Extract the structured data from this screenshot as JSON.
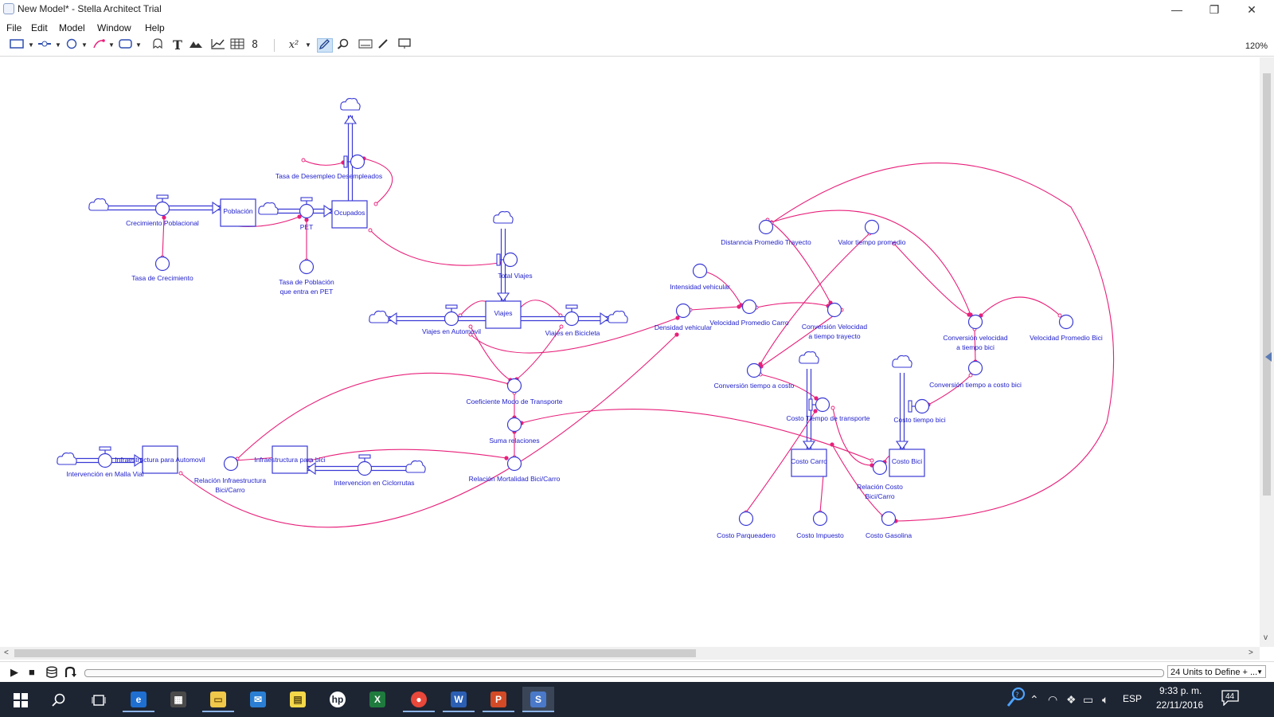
{
  "window": {
    "title": "New Model* - Stella Architect Trial",
    "zoom": "120%"
  },
  "menu": [
    "File",
    "Edit",
    "Model",
    "Window",
    "Help"
  ],
  "toolbar": {
    "tools": [
      "stock-tool",
      "flow-tool",
      "converter-tool",
      "connector-tool",
      "module-tool",
      "ghost-tool",
      "text-tool",
      "image-tool",
      "graph-tool",
      "table-tool",
      "numeric-display-tool",
      "equation-tool",
      "edit-mode-tool",
      "zoom-tool",
      "panel-tool",
      "brush-tool",
      "presentation-tool"
    ],
    "text_tool": "T",
    "equation_tool": "x²"
  },
  "colors": {
    "stock": "#3a3ad6",
    "label": "#2222cc",
    "connector": "#e8207a",
    "flow": "#3a3ad6"
  },
  "diagram": {
    "stocks": [
      {
        "id": "poblacion",
        "label": "Población"
      },
      {
        "id": "ocupados",
        "label": "Ocupados"
      },
      {
        "id": "viajes",
        "label": "Viajes"
      },
      {
        "id": "inf-auto",
        "label": "Infraestructura para Automovil"
      },
      {
        "id": "inf-bici",
        "label": "Infraestructura para bici"
      },
      {
        "id": "costo-carro",
        "label": "Costo Carro"
      },
      {
        "id": "costo-bici",
        "label": "Costo Bici"
      }
    ],
    "flows": [
      {
        "id": "crec-pob",
        "label": "Crecimiento Poblacional"
      },
      {
        "id": "pet",
        "label": "PET"
      },
      {
        "id": "tasa-des",
        "label": "Tasa de Desempleo Desempleados"
      },
      {
        "id": "total-viajes",
        "label": "Total Viajes"
      },
      {
        "id": "v-auto",
        "label": "Viajes en Automovil"
      },
      {
        "id": "v-bici",
        "label": "Viajes en Bicicleta"
      },
      {
        "id": "int-malla",
        "label": "Intervención en Malla Vial"
      },
      {
        "id": "int-ciclo",
        "label": "Intervencion en Ciclorrutas"
      },
      {
        "id": "costo-tt",
        "label": "Costo Tiempo de transporte"
      },
      {
        "id": "costo-tb",
        "label": "Costo tiempo bici"
      }
    ],
    "converters": [
      {
        "id": "tasa-crec",
        "label": "Tasa de Crecimiento"
      },
      {
        "id": "tasa-pob-1",
        "label": "Tasa de Población"
      },
      {
        "id": "tasa-pob-2",
        "label": "que entra en PET"
      },
      {
        "id": "coef-modo",
        "label": "Coeficiente Modo de Transporte"
      },
      {
        "id": "suma-rel",
        "label": "Suma relaciones"
      },
      {
        "id": "rel-mort",
        "label": "Relación Mortalidad Bici/Carro"
      },
      {
        "id": "rel-inf-1",
        "label": "Relación Infraestructura"
      },
      {
        "id": "rel-inf-2",
        "label": "Bici/Carro"
      },
      {
        "id": "int-veh",
        "label": "Intensidad vehicular"
      },
      {
        "id": "dens-veh",
        "label": "Densidad vehicular"
      },
      {
        "id": "vel-carro",
        "label": "Velocidad Promedio Carro"
      },
      {
        "id": "conv-vel-1",
        "label": "Conversión Velocidad"
      },
      {
        "id": "conv-vel-2",
        "label": "a tiempo trayecto"
      },
      {
        "id": "dist-prom",
        "label": "Distanncia Promedio Trayecto"
      },
      {
        "id": "valor-tiempo",
        "label": "Valor tiempo promedio"
      },
      {
        "id": "conv-tc",
        "label": "Conversión tiempo a costo"
      },
      {
        "id": "conv-vb-1",
        "label": "Conversión velocidad"
      },
      {
        "id": "conv-vb-2",
        "label": "a tiempo bici"
      },
      {
        "id": "vel-bici",
        "label": "Velocidad Promedio Bici"
      },
      {
        "id": "conv-tcb",
        "label": "Conversión tiempo a costo bici"
      },
      {
        "id": "rel-costo-1",
        "label": "Relación Costo"
      },
      {
        "id": "rel-costo-2",
        "label": "Bici/Carro"
      },
      {
        "id": "costo-parq",
        "label": "Costo Parqueadero"
      },
      {
        "id": "costo-imp",
        "label": "Costo Impuesto"
      },
      {
        "id": "costo-gas",
        "label": "Costo Gasolina"
      }
    ]
  },
  "scrollbars": {
    "left_arrow": "<",
    "right_arrow": ">",
    "down_arrow": "v"
  },
  "runbar": {
    "units_text": "24 Units to Define + ..."
  },
  "taskbar": {
    "apps": [
      "edge",
      "store",
      "file-explorer",
      "outlook",
      "sticky-notes",
      "hp",
      "excel",
      "chrome",
      "word",
      "powerpoint",
      "stella"
    ],
    "app_labels": [
      "e",
      "▦",
      "▭",
      "✉",
      "▤",
      "hp",
      "X",
      "●",
      "W",
      "P",
      "S"
    ],
    "language": "ESP",
    "time": "9:33 p. m.",
    "date": "22/11/2016",
    "notification_count": "44"
  }
}
